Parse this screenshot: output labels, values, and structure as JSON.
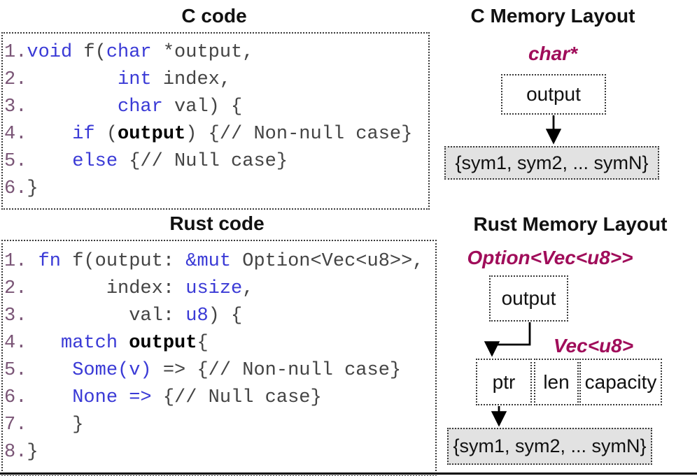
{
  "colors": {
    "keyword_blue": "#3a3ad6",
    "line_number_plum": "#7a5576",
    "plain_code_gray": "#444444",
    "type_label_maroon": "#a00d5a",
    "heap_box_fill": "#e2e2e2",
    "border_dotted": "#3a3a3a"
  },
  "panels": {
    "c_code": {
      "title": "C code",
      "lines": [
        {
          "num": "1.",
          "tokens": [
            {
              "t": "void",
              "s": "kw"
            },
            {
              "t": " f(",
              "s": "pl"
            },
            {
              "t": "char",
              "s": "kw"
            },
            {
              "t": " *output,",
              "s": "pl"
            }
          ]
        },
        {
          "num": "2.",
          "tokens": [
            {
              "t": "        ",
              "s": "pl"
            },
            {
              "t": "int",
              "s": "kw"
            },
            {
              "t": " index,",
              "s": "pl"
            }
          ]
        },
        {
          "num": "3.",
          "tokens": [
            {
              "t": "        ",
              "s": "pl"
            },
            {
              "t": "char",
              "s": "kw"
            },
            {
              "t": " val) {",
              "s": "pl"
            }
          ]
        },
        {
          "num": "4.",
          "tokens": [
            {
              "t": "    ",
              "s": "pl"
            },
            {
              "t": "if",
              "s": "kw"
            },
            {
              "t": " (",
              "s": "pl"
            },
            {
              "t": "output",
              "s": "bold"
            },
            {
              "t": ") {// Non-null case}",
              "s": "pl"
            }
          ]
        },
        {
          "num": "5.",
          "tokens": [
            {
              "t": "    ",
              "s": "pl"
            },
            {
              "t": "else",
              "s": "kw"
            },
            {
              "t": " {// Null case}",
              "s": "pl"
            }
          ]
        },
        {
          "num": "6.",
          "tokens": [
            {
              "t": "}",
              "s": "pl"
            }
          ]
        }
      ]
    },
    "rust_code": {
      "title": "Rust code",
      "lines": [
        {
          "num": "1.",
          "tokens": [
            {
              "t": " ",
              "s": "pl"
            },
            {
              "t": "fn",
              "s": "kw"
            },
            {
              "t": " f(output: ",
              "s": "pl"
            },
            {
              "t": "&mut",
              "s": "kw"
            },
            {
              "t": " Option<Vec<u8>>,",
              "s": "pl"
            }
          ]
        },
        {
          "num": "2.",
          "tokens": [
            {
              "t": "       index: ",
              "s": "pl"
            },
            {
              "t": "usize",
              "s": "kw"
            },
            {
              "t": ",",
              "s": "pl"
            }
          ]
        },
        {
          "num": "3.",
          "tokens": [
            {
              "t": "         val: ",
              "s": "pl"
            },
            {
              "t": "u8",
              "s": "kw"
            },
            {
              "t": ") {",
              "s": "pl"
            }
          ]
        },
        {
          "num": "4.",
          "tokens": [
            {
              "t": "   ",
              "s": "pl"
            },
            {
              "t": "match",
              "s": "kw"
            },
            {
              "t": " ",
              "s": "pl"
            },
            {
              "t": "output",
              "s": "bold"
            },
            {
              "t": "{",
              "s": "pl"
            }
          ]
        },
        {
          "num": "5.",
          "tokens": [
            {
              "t": "    ",
              "s": "pl"
            },
            {
              "t": "Some(v)",
              "s": "kw"
            },
            {
              "t": " => {// Non-null case}",
              "s": "pl"
            }
          ]
        },
        {
          "num": "6.",
          "tokens": [
            {
              "t": "    ",
              "s": "pl"
            },
            {
              "t": "None =>",
              "s": "kw"
            },
            {
              "t": " {// Null case}",
              "s": "pl"
            }
          ]
        },
        {
          "num": "7.",
          "tokens": [
            {
              "t": "    }",
              "s": "pl"
            }
          ]
        },
        {
          "num": "8.",
          "tokens": [
            {
              "t": "}",
              "s": "pl"
            }
          ]
        }
      ]
    },
    "c_memory": {
      "title": "C Memory Layout",
      "type_label": "char*",
      "pointer_label": "output",
      "heap_label": "{sym1, sym2, ... symN}"
    },
    "rust_memory": {
      "title": "Rust Memory Layout",
      "type_label": "Option<Vec<u8>>",
      "pointer_label": "output",
      "vec_label": "Vec<u8>",
      "vec_fields": [
        "ptr",
        "len",
        "capacity"
      ],
      "heap_label": "{sym1, sym2, ... symN}"
    }
  }
}
